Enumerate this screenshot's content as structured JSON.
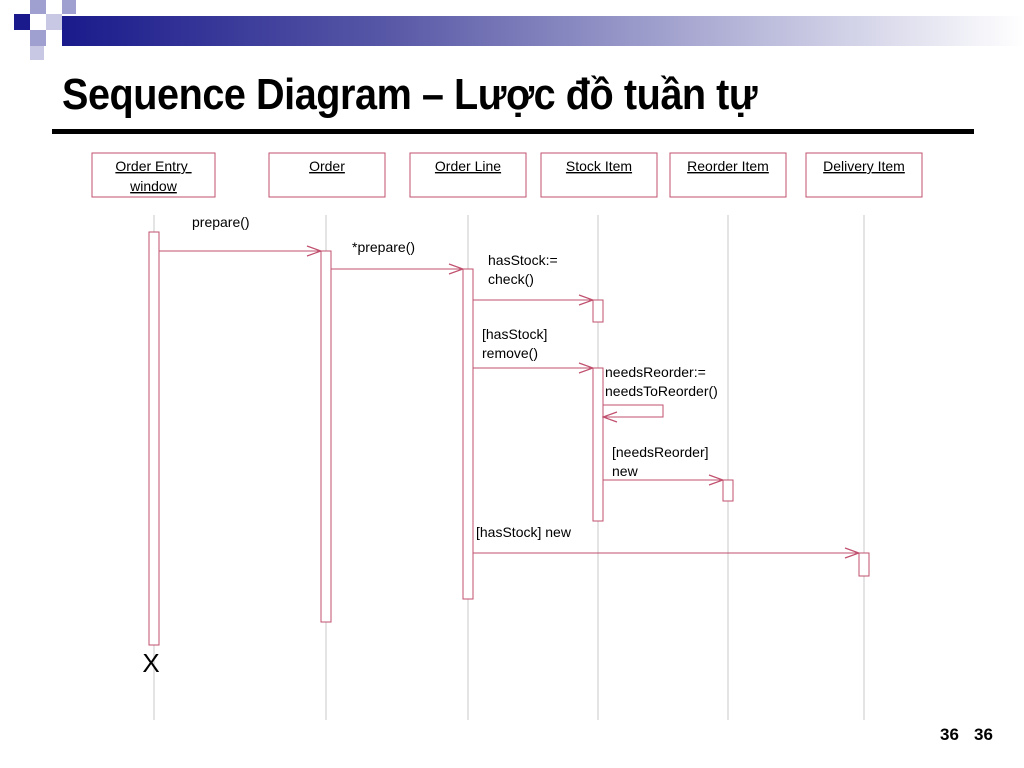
{
  "slide": {
    "title": "Sequence Diagram – Lược đồ tuần tự",
    "slide_number": "36",
    "page_number": "36"
  },
  "colors": {
    "line": "#c0506e",
    "lifeline": "#c8c8c8",
    "accent_dark": "#1a1a8c",
    "accent_light": "#a0a0d0"
  },
  "participants": [
    {
      "id": "entry",
      "lines": [
        "Order Entry ",
        "window"
      ]
    },
    {
      "id": "order",
      "lines": [
        "Order"
      ]
    },
    {
      "id": "line",
      "lines": [
        "Order Line"
      ]
    },
    {
      "id": "stock",
      "lines": [
        "Stock Item"
      ]
    },
    {
      "id": "reorder",
      "lines": [
        "Reorder Item"
      ]
    },
    {
      "id": "delivery",
      "lines": [
        "Delivery Item"
      ]
    }
  ],
  "messages": [
    {
      "from": "entry",
      "to": "order",
      "label": [
        "prepare()"
      ]
    },
    {
      "from": "order",
      "to": "line",
      "label": [
        "*prepare()"
      ]
    },
    {
      "from": "line",
      "to": "stock",
      "label": [
        "hasStock:=",
        "check()"
      ]
    },
    {
      "from": "line",
      "to": "stock",
      "label": [
        "[hasStock]",
        "remove()"
      ]
    },
    {
      "from": "stock",
      "to": "stock",
      "label": [
        "needsReorder:=",
        "needsToReorder()"
      ]
    },
    {
      "from": "stock",
      "to": "reorder",
      "label": [
        "[needsReorder]",
        "new"
      ]
    },
    {
      "from": "line",
      "to": "delivery",
      "label": [
        "[hasStock] new"
      ]
    }
  ],
  "destroy": {
    "participant": "entry",
    "mark": "X"
  }
}
